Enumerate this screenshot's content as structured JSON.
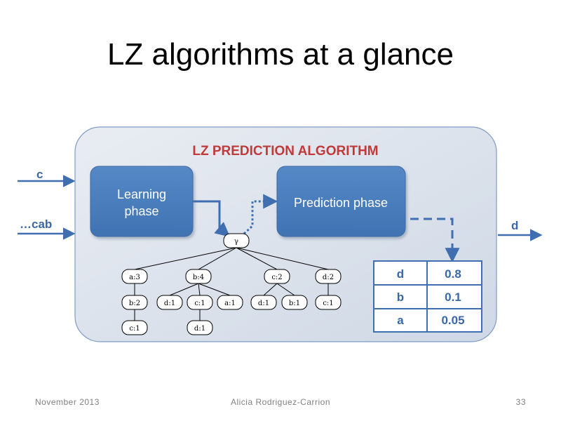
{
  "slide": {
    "title": "LZ algorithms at a glance"
  },
  "diagram": {
    "heading": "LZ PREDICTION ALGORITHM",
    "inputs": [
      "c",
      "…cab"
    ],
    "output": "d",
    "phases": {
      "learning": [
        "Learning",
        "phase"
      ],
      "prediction": "Prediction phase"
    },
    "tree": {
      "root": "γ",
      "level1": [
        "a:3",
        "b:4",
        "c:2",
        "d:2"
      ],
      "level2": [
        "b:2",
        "d:1",
        "c:1",
        "a:1",
        "d:1",
        "b:1",
        "c:1"
      ],
      "level3": [
        "c:1",
        "d:1"
      ]
    },
    "table": [
      [
        "d",
        "0.8"
      ],
      [
        "b",
        "0.1"
      ],
      [
        "a",
        "0.05"
      ]
    ],
    "colors": {
      "box_fill": "#4a7ebb",
      "panel_fill": "#dbe2ec",
      "arrow": "#3f6fb0",
      "heading": "#c0393b"
    }
  },
  "footer": {
    "date": "November 2013",
    "author": "Alicia Rodriguez-Carrion",
    "page": "33"
  }
}
